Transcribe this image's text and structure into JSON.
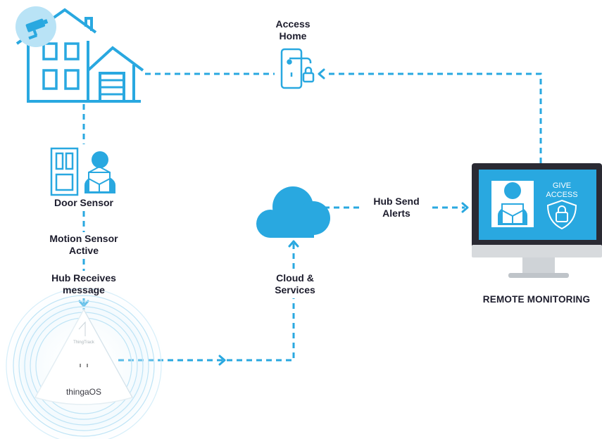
{
  "labels": {
    "access_home_line1": "Access",
    "access_home_line2": "Home",
    "door_sensor": "Door Sensor",
    "motion_sensor_line1": "Motion Sensor",
    "motion_sensor_line2": "Active",
    "hub_receives_line1": "Hub Receives",
    "hub_receives_line2": "message",
    "cloud_services_line1": "Cloud &",
    "cloud_services_line2": "Services",
    "hub_send_line1": "Hub Send",
    "hub_send_line2": "Alerts",
    "remote_monitoring": "REMOTE MONITORING"
  },
  "monitor": {
    "give_access_line1": "GIVE",
    "give_access_line2": "ACCESS"
  },
  "hub": {
    "brand": "thingaOS",
    "small_text": "ThingTrack"
  },
  "colors": {
    "accent": "#29a8e0",
    "light_blue": "#b9e3f6",
    "text": "#1c1c2c",
    "monitor_frame": "#2a2a33"
  },
  "icons": [
    "house-icon",
    "camera-icon",
    "door-lock-icon",
    "door-icon",
    "delivery-person-icon",
    "cloud-icon",
    "hub-device-icon",
    "monitor-icon",
    "shield-lock-icon"
  ]
}
